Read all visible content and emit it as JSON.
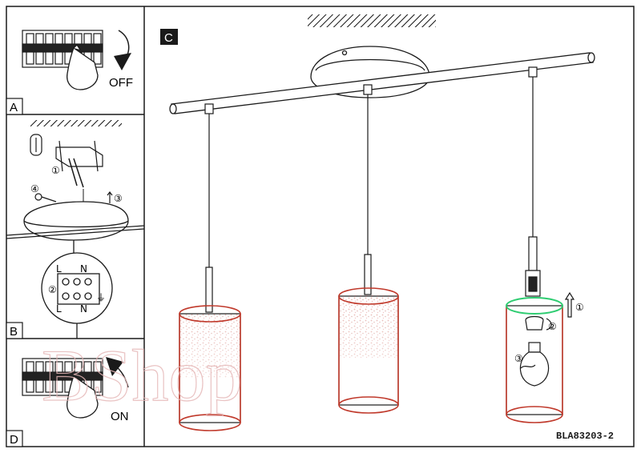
{
  "panels": {
    "a": {
      "letter": "A",
      "text": "OFF"
    },
    "b": {
      "letter": "B",
      "steps": [
        "①",
        "②",
        "③",
        "④"
      ],
      "terminals_top": [
        "L",
        "N"
      ],
      "terminals_bottom": [
        "L",
        "N"
      ],
      "ground": "⏚"
    },
    "c": {
      "letter": "C",
      "steps": [
        "①",
        "②",
        "③"
      ]
    },
    "d": {
      "letter": "D",
      "text": "ON"
    }
  },
  "model_code": "BLA83203-2",
  "watermark": "BShop",
  "colors": {
    "line": "#1a1a1a",
    "glass_red": "#c0392b",
    "glass_rim": "#e8a0a0",
    "watermark": "#e6b8b8",
    "highlight": "#2ecc71"
  }
}
